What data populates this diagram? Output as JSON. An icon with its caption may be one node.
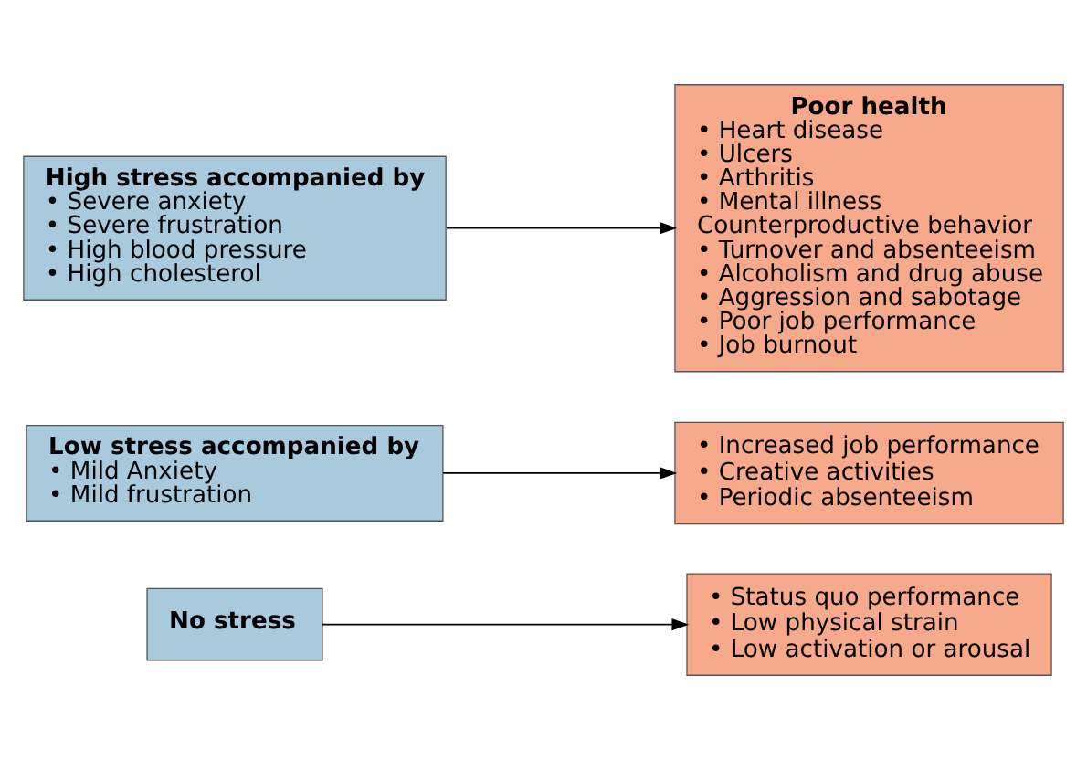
{
  "diagram": {
    "nodes": [
      {
        "text": [
          "No stress"
        ]
      },
      {
        "text": [
          "• Status quo performance",
          "• Low physical strain",
          "• Low activation or arousal"
        ]
      },
      {
        "text": [
          "Low stress accompanied by",
          "• Mild Anxiety",
          "• Mild frustration"
        ]
      },
      {
        "text": [
          "• Increased job performance",
          "• Creative activities",
          "• Periodic absenteeism"
        ]
      },
      {
        "text": [
          "High stress accompanied by",
          "• Severe anxiety",
          "• Severe frustration",
          "• High blood pressure",
          "• High cholesterol"
        ]
      },
      {
        "text": [
          "Poor health",
          "• Heart disease",
          "• Ulcers",
          "• Arthritis",
          "• Mental illness",
          "Counterproductive behavior",
          "• Turnover and absenteeism",
          "• Alcoholism and drug abuse",
          "• Aggression and sabotage",
          "• Poor job performance",
          "• Job burnout"
        ]
      }
    ],
    "edges": [
      {
        "from": 0,
        "to": 1,
        "arrow": "to"
      },
      {
        "from": 2,
        "to": 3,
        "arrow": "to"
      },
      {
        "from": 4,
        "to": 5,
        "arrow": "to"
      }
    ]
  }
}
